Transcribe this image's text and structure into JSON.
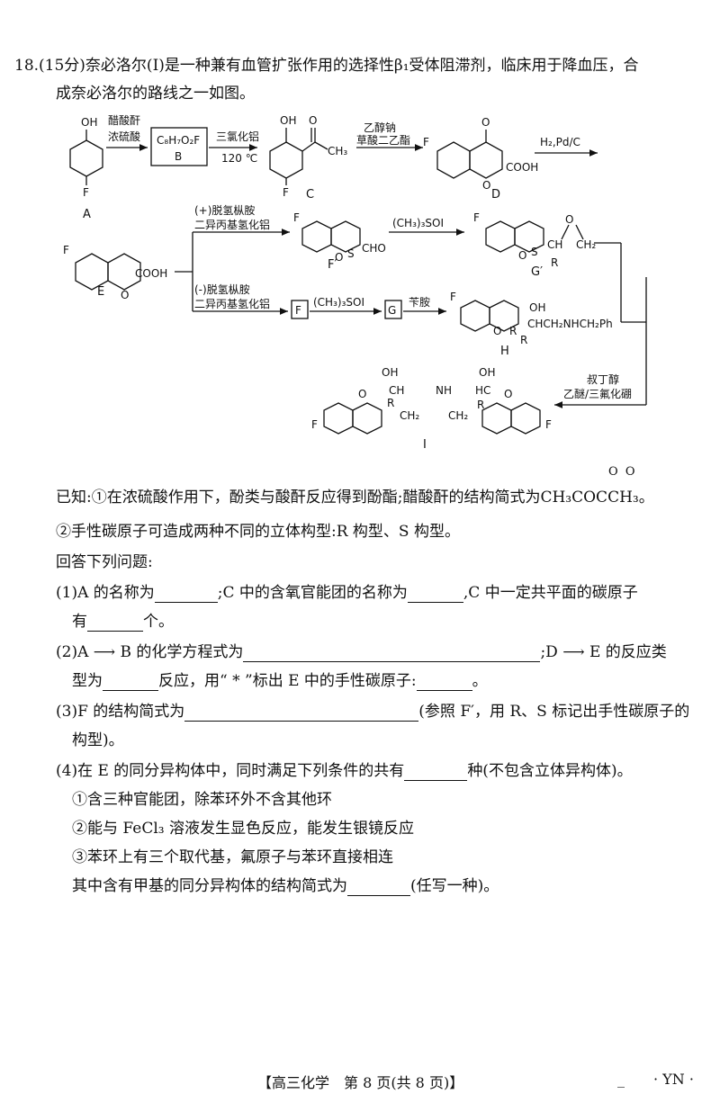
{
  "question": {
    "line1": "18.(15分)奈必洛尔(Ⅰ)是一种兼有血管扩张作用的选择性β₁受体阻滞剂，临床用于降血压，合",
    "line2": "成奈必洛尔的路线之一如图。"
  },
  "scheme": {
    "labels": {
      "A": "A",
      "B": "B",
      "C": "C",
      "D": "D",
      "E": "E",
      "Fp": "F′",
      "Gp": "G′",
      "H": "H",
      "I": "I",
      "Fbox": "F",
      "Gbox": "G"
    },
    "reagents": {
      "r1a": "醋酸酐",
      "r1b": "浓硫酸",
      "b_formula": "C₈H₇O₂F",
      "r2a": "三氯化铝",
      "r2b": "120 ℃",
      "r3a": "乙醇钠",
      "r3b": "草酸二乙酯",
      "r4": "H₂,Pd/C",
      "r5a": "(+)脱氢枞胺",
      "r5b": "二异丙基氢化铝",
      "r6": "(CH₃)₃SOI",
      "r7a": "(-)脱氢枞胺",
      "r7b": "二异丙基氢化铝",
      "r8": "(CH₃)₃SOI",
      "r9": "苄胺",
      "r10a": "叔丁醇",
      "r10b": "乙醚/三氟化硼"
    },
    "atoms": {
      "OH": "OH",
      "O": "O",
      "F": "F",
      "CH3": "CH₃",
      "COOH": "COOH",
      "CHO": "CHO",
      "S": "S",
      "R": "R",
      "CH": "CH",
      "CH2": "CH₂",
      "NH": "NH",
      "HC": "HC",
      "H_chain": "CHCH₂NHCH₂Ph"
    }
  },
  "known": {
    "k1a": "已知:①在浓硫酸作用下，酚类与酸酐反应得到酚酯;醋酸酐的结构简式为",
    "k1b": "CH₃COCCH₃",
    "k1c": "。",
    "k2": "②手性碳原子可造成两种不同的立体构型:R 构型、S 构型。",
    "k3": "回答下列问题:"
  },
  "q1": {
    "a": "(1)A 的名称为",
    "b": ";C 中的含氧官能团的名称为",
    "c": ",C 中一定共平面的碳原子",
    "d": "有",
    "e": "个。"
  },
  "q2": {
    "a": "(2)A ⟶ B 的化学方程式为",
    "b": ";D ⟶ E 的反应类",
    "c": "型为",
    "d": "反应，用“ * ”标出 E 中的手性碳原子:",
    "e": "。"
  },
  "q3": {
    "a": "(3)F 的结构简式为",
    "b": "(参照 F′，用 R、S 标记出手性碳原子的",
    "c": "构型)。"
  },
  "q4": {
    "a": "(4)在 E 的同分异构体中，同时满足下列条件的共有",
    "b": "种(不包含立体异构体)。",
    "c1": "①含三种官能团，除苯环外不含其他环",
    "c2": "②能与 FeCl₃ 溶液发生显色反应，能发生银镜反应",
    "c3": "③苯环上有三个取代基，氟原子与苯环直接相连",
    "c4a": "其中含有甲基的同分异构体的结构简式为",
    "c4b": "(任写一种)。"
  },
  "footer": {
    "center": "【高三化学　第 8 页(共 8 页)】",
    "right": "· YN ·"
  }
}
